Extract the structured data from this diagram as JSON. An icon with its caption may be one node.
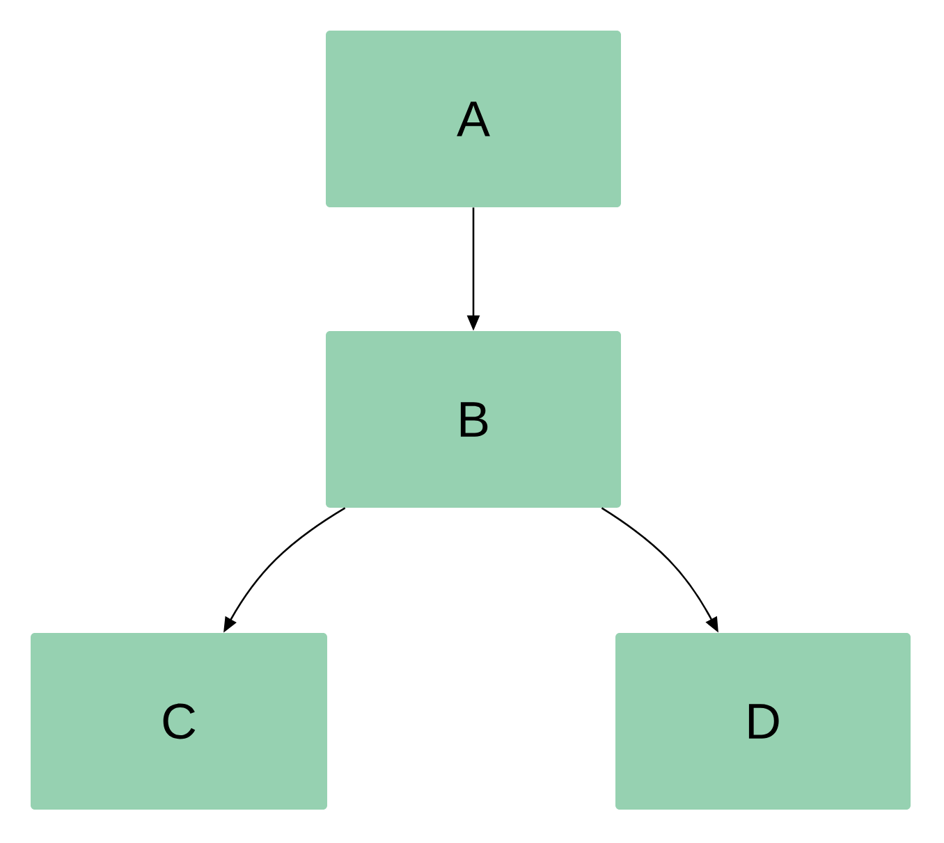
{
  "diagram": {
    "nodes": [
      {
        "text": [
          "A"
        ]
      },
      {
        "text": [
          "B"
        ]
      },
      {
        "text": [
          "C"
        ]
      },
      {
        "text": [
          "D"
        ]
      }
    ],
    "edges": [
      {
        "from": 0,
        "to": 1,
        "arrow": "to"
      },
      {
        "from": 1,
        "to": 2,
        "arrow": "to"
      },
      {
        "from": 1,
        "to": 3,
        "arrow": "to"
      }
    ]
  }
}
